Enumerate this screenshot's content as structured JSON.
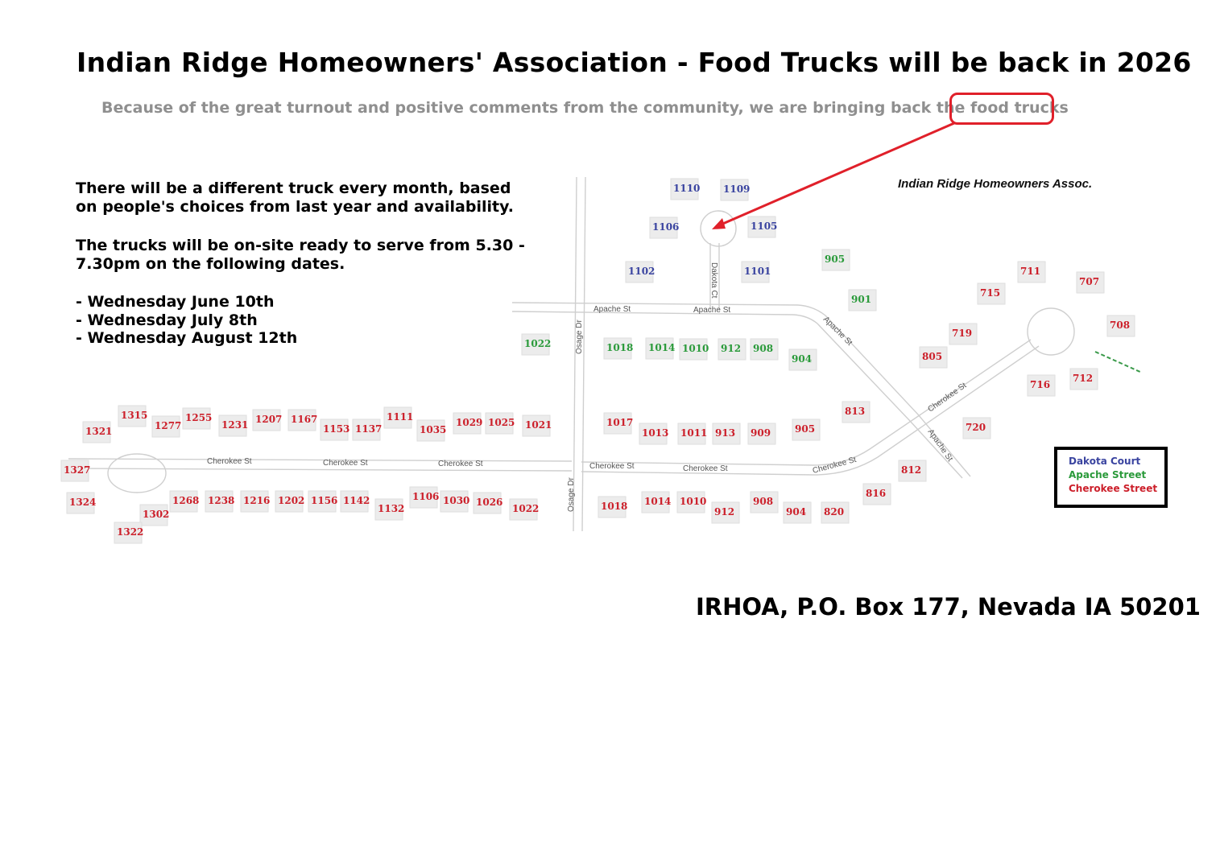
{
  "title": "Indian Ridge Homeowners' Association - Food Trucks will be back in 2026",
  "subtitle": "Because of the great turnout and positive comments from the community, we are bringing back the food trucks",
  "info_lines": [
    "There will be a different truck every month, based",
    "on people's choices from last year and availability.",
    "The trucks will be on-site ready to serve from 5.30 -",
    "7.30pm on the following dates.",
    "- Wednesday June 10th",
    "- Wednesday July 8th",
    "- Wednesday August 12th"
  ],
  "map_title": "Indian Ridge Homeowners Assoc.",
  "footer": "IRHOA, P.O. Box 177, Nevada IA 50201",
  "legend": {
    "dakota": "Dakota Court",
    "apache": "Apache Street",
    "cherokee": "Cherokee Street"
  },
  "colors": {
    "dakota": "#3a44a0",
    "apache": "#2a9a3a",
    "cherokee": "#cc1f2a",
    "highlight": "#e0202a"
  },
  "street_labels": [
    "Apache St",
    "Apache St",
    "Apache St",
    "Cherokee St",
    "Cherokee St",
    "Cherokee St",
    "Cherokee St",
    "Cherokee St",
    "Cherokee St",
    "Cherokee St",
    "Osage Dr",
    "Osage Dr",
    "Dakota Ct",
    "Apache St"
  ],
  "lots": {
    "dakota": [
      "1110",
      "1109",
      "1106",
      "1105",
      "1102",
      "1101"
    ],
    "apache": [
      "905",
      "901",
      "1022",
      "1018",
      "1014",
      "1010",
      "912",
      "908",
      "904"
    ],
    "cherokee": [
      "711",
      "707",
      "715",
      "708",
      "719",
      "805",
      "716",
      "712",
      "813",
      "720",
      "812",
      "816",
      "1315",
      "1255",
      "1207",
      "1167",
      "1111",
      "1321",
      "1277",
      "1231",
      "1153",
      "1137",
      "1035",
      "1029",
      "1025",
      "1021",
      "1017",
      "1013",
      "1011",
      "913",
      "909",
      "905",
      "1327",
      "1268",
      "1238",
      "1216",
      "1202",
      "1156",
      "1142",
      "1132",
      "1106",
      "1030",
      "1026",
      "1022",
      "1324",
      "1302",
      "1322",
      "1018",
      "1014",
      "1010",
      "912",
      "908",
      "904",
      "820"
    ]
  }
}
